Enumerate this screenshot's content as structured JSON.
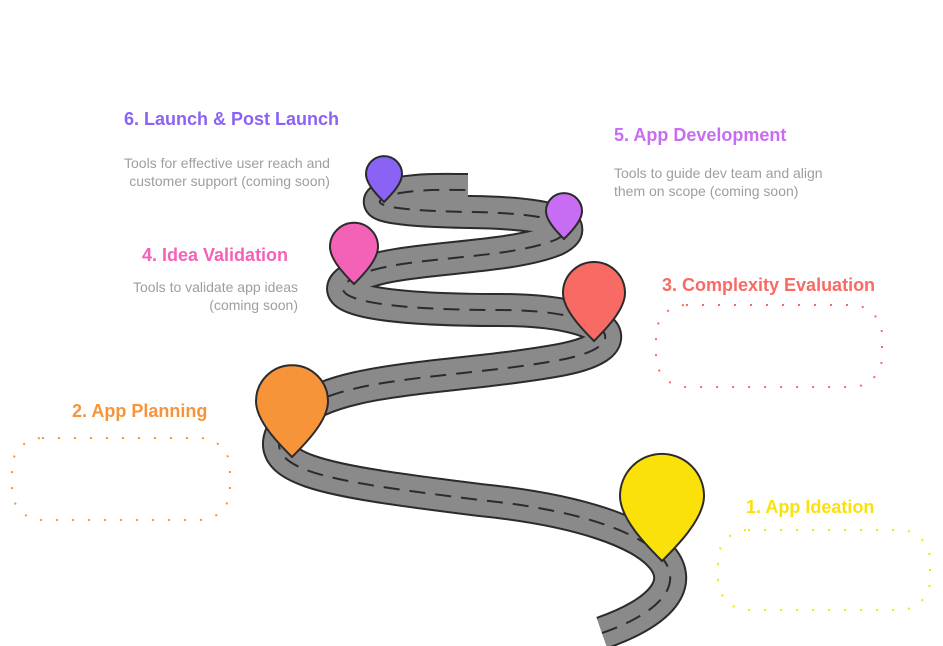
{
  "colors": {
    "road": "#8a8a8a",
    "road_outline": "#2b2b2b",
    "dash": "#2b2b2b",
    "description": "#9e9e9e"
  },
  "stages": [
    {
      "id": 1,
      "title": "1. App Ideation",
      "description": "",
      "color": "#fbe10a"
    },
    {
      "id": 2,
      "title": "2. App Planning",
      "description": "",
      "color": "#f7943a"
    },
    {
      "id": 3,
      "title": "3. Complexity Evaluation",
      "description": "",
      "color": "#f86a64"
    },
    {
      "id": 4,
      "title": "4. Idea Validation",
      "description_line1": "Tools to validate app ideas",
      "description_line2": "(coming soon)",
      "color": "#f462b8"
    },
    {
      "id": 5,
      "title": "5. App Development",
      "description_line1": "Tools to guide dev team and align",
      "description_line2": "them on scope (coming soon)",
      "color": "#c86cf4"
    },
    {
      "id": 6,
      "title": "6. Launch & Post Launch",
      "description_line1": "Tools for effective user reach and",
      "description_line2": "customer support (coming soon)",
      "color": "#8a63f5"
    }
  ]
}
